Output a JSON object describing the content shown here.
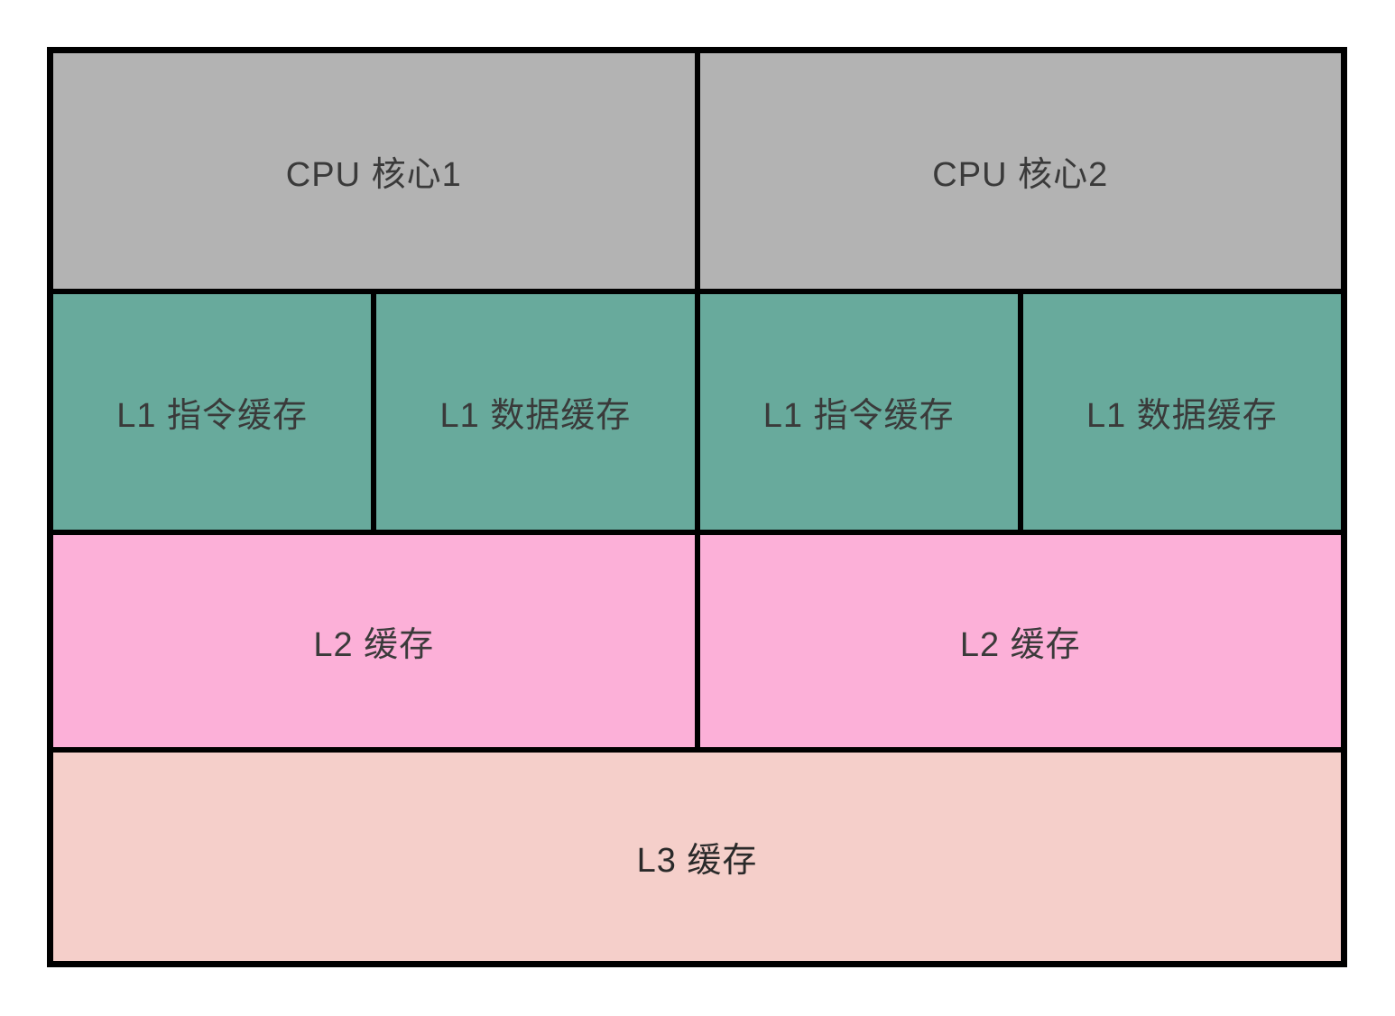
{
  "diagram_title": "cpu-cache-hierarchy",
  "cores": [
    {
      "cpu_label": "CPU 核心1",
      "l1_instruction_label": "L1 指令缓存",
      "l1_data_label": "L1 数据缓存",
      "l2_label": "L2 缓存"
    },
    {
      "cpu_label": "CPU 核心2",
      "l1_instruction_label": "L1 指令缓存",
      "l1_data_label": "L1 数据缓存",
      "l2_label": "L2 缓存"
    }
  ],
  "l3_label": "L3 缓存",
  "colors": {
    "cpu": "#b3b3b3",
    "l1": "#68aa9c",
    "l2": "#fcb0d8",
    "l3": "#f5cfca",
    "border": "#000000",
    "text": "#3a3a3a"
  }
}
